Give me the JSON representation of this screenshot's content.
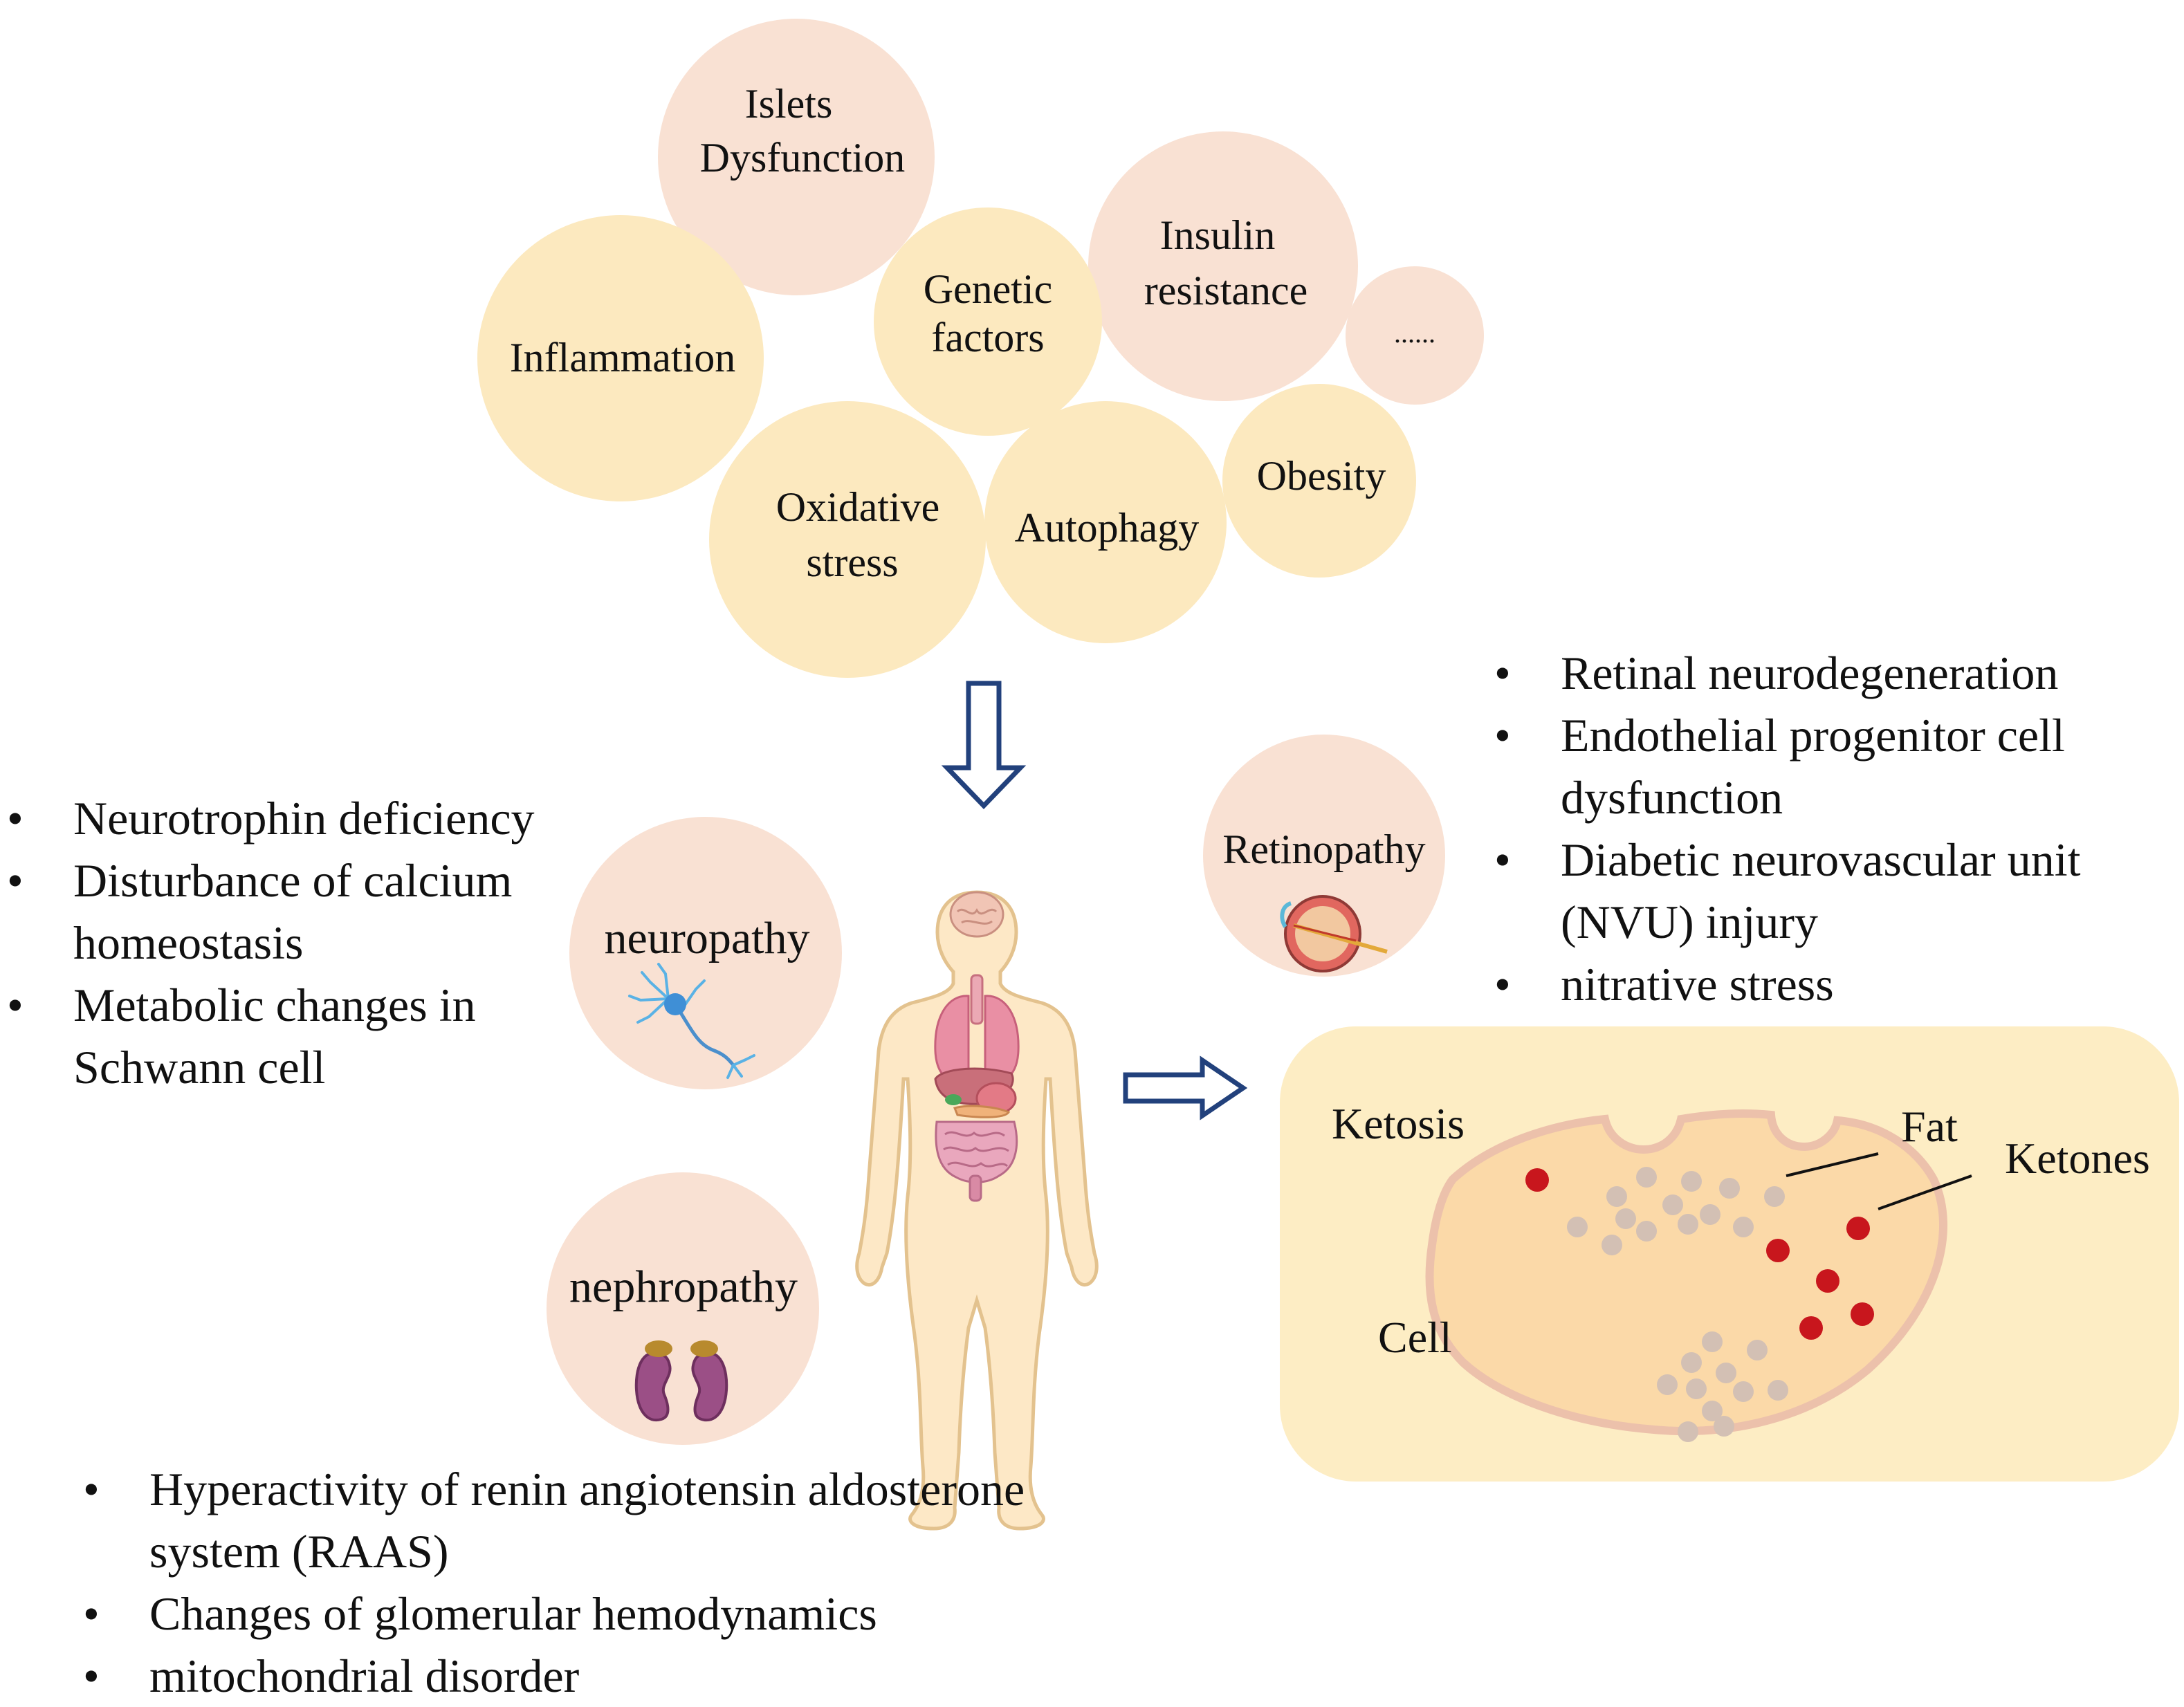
{
  "causes": [
    {
      "id": "islets",
      "lines": [
        "Islets",
        "Dysfunction"
      ],
      "tone": "pink"
    },
    {
      "id": "inflammation",
      "lines": [
        "Inflammation"
      ],
      "tone": "yellow"
    },
    {
      "id": "genetic",
      "lines": [
        "Genetic",
        "factors"
      ],
      "tone": "yellow"
    },
    {
      "id": "insulin",
      "lines": [
        "Insulin",
        "resistance"
      ],
      "tone": "pink"
    },
    {
      "id": "more",
      "lines": [
        "......"
      ],
      "tone": "pink"
    },
    {
      "id": "oxidative",
      "lines": [
        "Oxidative",
        "stress"
      ],
      "tone": "yellow"
    },
    {
      "id": "autophagy",
      "lines": [
        "Autophagy"
      ],
      "tone": "yellow"
    },
    {
      "id": "obesity",
      "lines": [
        "Obesity"
      ],
      "tone": "yellow"
    }
  ],
  "complications": {
    "neuropathy": {
      "label": "neuropathy",
      "icon": "neuron-icon"
    },
    "nephropathy": {
      "label": "nephropathy",
      "icon": "kidney-icon"
    },
    "retinopathy": {
      "label": "Retinopathy",
      "icon": "eye-icon"
    }
  },
  "neuropathy_mechanisms": [
    "Neurotrophin deficiency",
    "Disturbance of calcium homeostasis",
    "Metabolic changes in Schwann cell"
  ],
  "retinopathy_mechanisms": [
    "Retinal neurodegeneration",
    "Endothelial progenitor cell dysfunction",
    "Diabetic neurovascular unit (NVU) injury",
    "nitrative stress"
  ],
  "nephropathy_mechanisms": [
    "Hyperactivity of renin angiotensin aldosterone system (RAAS)",
    "Changes of glomerular hemodynamics",
    "mitochondrial disorder"
  ],
  "ketosis_panel": {
    "title": "Ketosis",
    "fat_label": "Fat",
    "ketones_label": "Ketones",
    "cell_label": "Cell"
  },
  "colors": {
    "pink_bubble": "#f9e1d3",
    "yellow_bubble": "#fce9bf",
    "arrow": "#22417c",
    "panel": "#fdedc4",
    "cell_fill": "#fbd9a8",
    "cell_border": "#ecc1ab",
    "fat_droplet": "#d3c0b4",
    "ketone_dot": "#c8161d"
  }
}
